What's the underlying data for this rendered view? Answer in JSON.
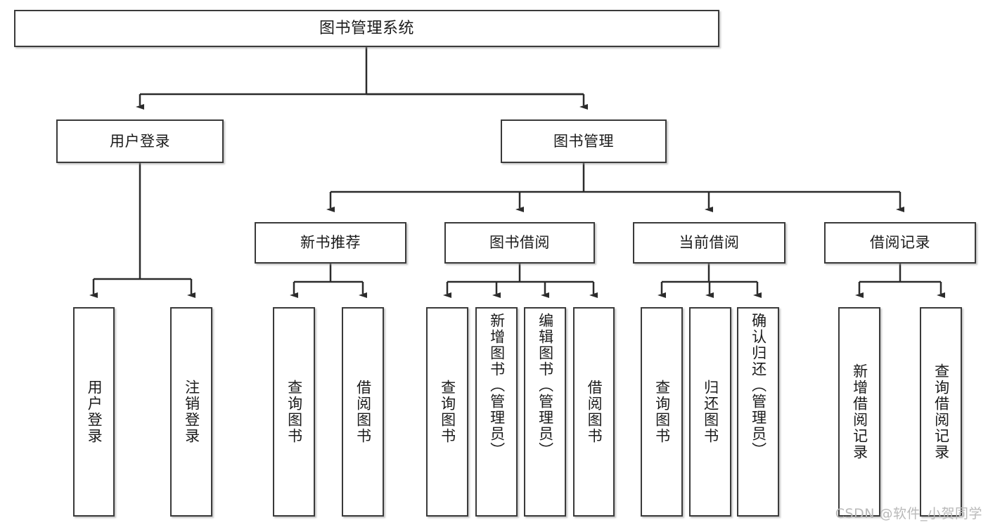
{
  "diagram": {
    "type": "tree-hierarchy",
    "title": "图书管理系统",
    "orientation": "top-down",
    "colors": {
      "box_border": "#3a3a3a",
      "box_fill": "#ffffff",
      "connector": "#2b2b2b",
      "text": "#1b1b1b",
      "watermark": "#b9b9b9"
    },
    "root": {
      "label": "图书管理系统"
    },
    "level2": [
      {
        "id": "user-login",
        "label": "用户登录"
      },
      {
        "id": "book-management",
        "label": "图书管理"
      }
    ],
    "level3": [
      {
        "id": "new-book-recommend",
        "label": "新书推荐"
      },
      {
        "id": "book-borrow",
        "label": "图书借阅"
      },
      {
        "id": "current-borrow",
        "label": "当前借阅"
      },
      {
        "id": "borrow-record",
        "label": "借阅记录"
      }
    ],
    "leaves": {
      "user_login": [
        {
          "id": "leaf-user-login",
          "label": "用户登录"
        },
        {
          "id": "leaf-logout",
          "label": "注销登录"
        }
      ],
      "new_book_recommend": [
        {
          "id": "leaf-query-book-1",
          "label": "查询图书"
        },
        {
          "id": "leaf-borrow-book-1",
          "label": "借阅图书"
        }
      ],
      "book_borrow": [
        {
          "id": "leaf-query-book-2",
          "label": "查询图书"
        },
        {
          "id": "leaf-add-book",
          "label": "新增图书（管理员）"
        },
        {
          "id": "leaf-edit-book",
          "label": "编辑图书（管理员）"
        },
        {
          "id": "leaf-borrow-book-2",
          "label": "借阅图书"
        }
      ],
      "current_borrow": [
        {
          "id": "leaf-query-book-3",
          "label": "查询图书"
        },
        {
          "id": "leaf-return-book",
          "label": "归还图书"
        },
        {
          "id": "leaf-confirm-return",
          "label": "确认归还（管理员）"
        }
      ],
      "borrow_record": [
        {
          "id": "leaf-add-record",
          "label": "新增借阅记录"
        },
        {
          "id": "leaf-query-record",
          "label": "查询借阅记录"
        }
      ]
    },
    "watermark": "CSDN @软件_小贺同学"
  }
}
